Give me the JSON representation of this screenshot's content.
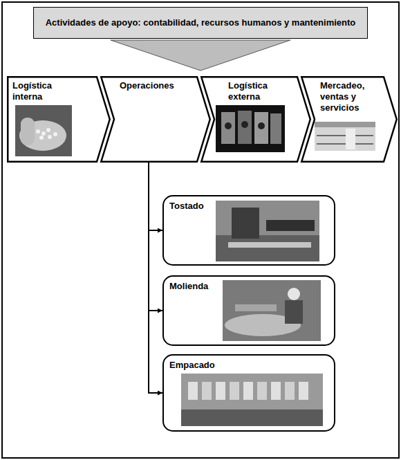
{
  "diagram": {
    "nodes": [
      {
        "text": [
          "Actividades de apoyo: contabilidad, recursos humanos y mantenimiento"
        ]
      },
      {
        "text": [
          "Logística interna"
        ]
      },
      {
        "text": [
          "Operaciones"
        ]
      },
      {
        "text": [
          "Logística externa"
        ]
      },
      {
        "text": [
          "Mercadeo, ventas y servicios"
        ]
      },
      {
        "text": [
          "Tostado"
        ]
      },
      {
        "text": [
          "Molienda"
        ]
      },
      {
        "text": [
          "Empacado"
        ]
      }
    ],
    "edges": [
      {
        "from": 2,
        "to": 5,
        "arrow": "to"
      },
      {
        "from": 2,
        "to": 6,
        "arrow": "to"
      },
      {
        "from": 2,
        "to": 7,
        "arrow": "to"
      }
    ]
  }
}
